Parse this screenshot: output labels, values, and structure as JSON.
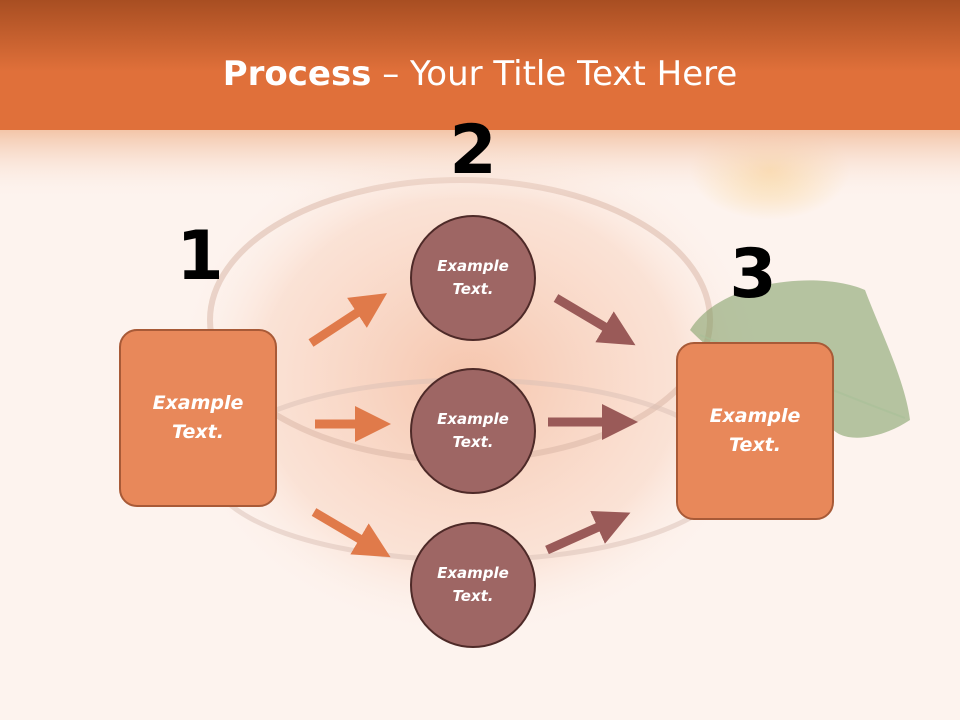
{
  "title": {
    "bold": "Process",
    "rest": " – Your Title Text Here"
  },
  "numbers": [
    "1",
    "2",
    "3"
  ],
  "left_box": {
    "text": "Example Text."
  },
  "right_box": {
    "text": "Example Text."
  },
  "circles": [
    {
      "text": "Example Text."
    },
    {
      "text": "Example Text."
    },
    {
      "text": "Example Text."
    }
  ],
  "colors": {
    "header_orange": "#e0703a",
    "box_fill": "#e8885a",
    "circle_fill": "#9e6664",
    "arrow_orange": "#e07a4a",
    "arrow_brown": "#9a5a58"
  }
}
